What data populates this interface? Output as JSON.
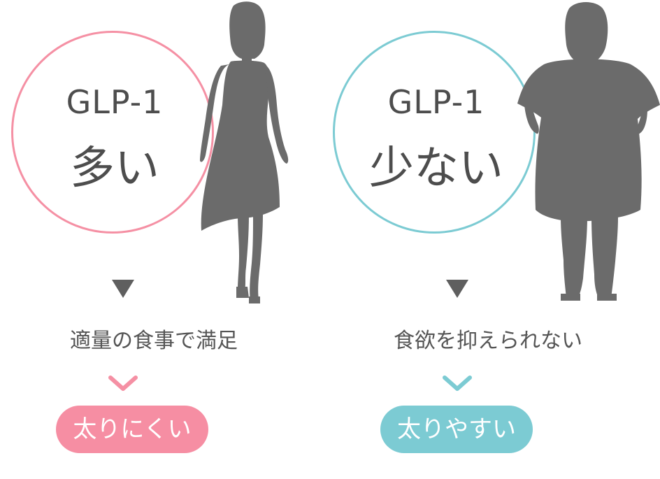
{
  "colors": {
    "pink": "#f590a4",
    "teal": "#7ccbd3",
    "silhouette": "#6b6b6b",
    "text": "#4d4d4d"
  },
  "left": {
    "label": "GLP-1",
    "amount": "多い",
    "effect": "適量の食事で満足",
    "result": "太りにくい",
    "silhouette_icon": "slim-woman-silhouette-icon"
  },
  "right": {
    "label": "GLP-1",
    "amount": "少ない",
    "effect": "食欲を抑えられない",
    "result": "太りやすい",
    "silhouette_icon": "overweight-woman-silhouette-icon"
  }
}
